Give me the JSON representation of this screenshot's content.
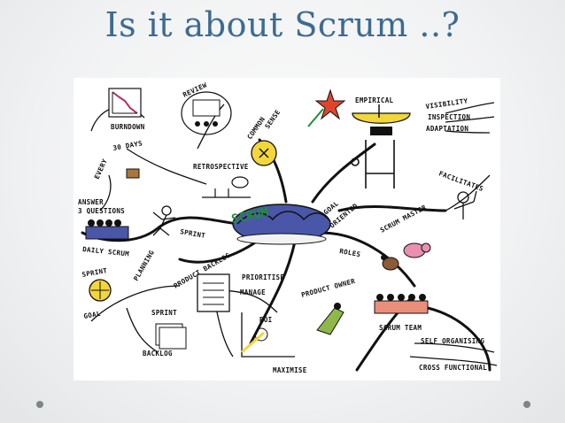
{
  "slide": {
    "title": "Is it about Scrum ..?"
  },
  "mindmap": {
    "center": "SCRUM",
    "labels": {
      "burndown": "BURNDOWN",
      "review": "REVIEW",
      "common": "COMMON",
      "sense": "SENSE",
      "empirical": "EMPIRICAL",
      "visibility": "VISIBILITY",
      "inspection": "INSPECTION",
      "adaptation": "ADAPTATION",
      "every": "EVERY",
      "thirty_days": "30 DAYS",
      "retrospective": "RETROSPECTIVE",
      "facilitates": "FACILITATES",
      "answer": "ANSWER",
      "three_questions": "3 QUESTIONS",
      "goal_oriented_1": "GOAL",
      "goal_oriented_2": "ORIENTED",
      "scrum_master": "SCRUM MASTER",
      "sprint": "SPRINT",
      "daily_scrum": "DAILY SCRUM",
      "roles": "ROLES",
      "sprint_goal_top": "SPRINT",
      "planning": "PLANNING",
      "product_backlog": "PRODUCT BACKLOG",
      "prioritise": "PRIORITISE",
      "manage": "MANAGE",
      "product_owner": "PRODUCT OWNER",
      "goal": "GOAL",
      "sprint_backlog_1": "SPRINT",
      "sprint_backlog_2": "BACKLOG",
      "roi": "ROI",
      "scrum_team": "SCRUM TEAM",
      "self_organising": "SELF ORGANISING",
      "maximise": "MAXIMISE",
      "cross_functional": "CROSS FUNCTIONAL"
    }
  },
  "colors": {
    "title": "#3d6b91",
    "scrum_text": "#1f8f3a",
    "people_blue": "#4a57a8",
    "star_red": "#e0452b",
    "pig_pink": "#e98fb0",
    "sun_yellow": "#f2d63b"
  }
}
